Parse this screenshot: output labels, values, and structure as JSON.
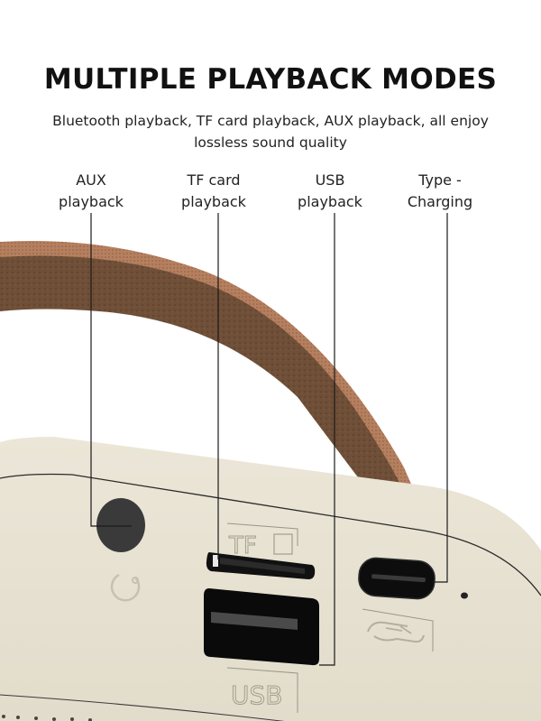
{
  "header": {
    "title": "MULTIPLE PLAYBACK MODES",
    "subtitle": "Bluetooth playback, TF card playback, AUX playback, all enjoy lossless sound quality"
  },
  "callouts": [
    {
      "line1": "AUX",
      "line2": "playback"
    },
    {
      "line1": "TF card",
      "line2": "playback"
    },
    {
      "line1": "USB",
      "line2": "playback"
    },
    {
      "line1": "Type -",
      "line2": "Charging"
    }
  ],
  "device": {
    "tf_marking": "TF",
    "usb_marking": "USB",
    "colors": {
      "body": "#e6e0cf",
      "strap": "#6e4e35",
      "strap_edge": "#b07a5c",
      "port": "#111111",
      "jack": "#3a3a3a"
    }
  }
}
